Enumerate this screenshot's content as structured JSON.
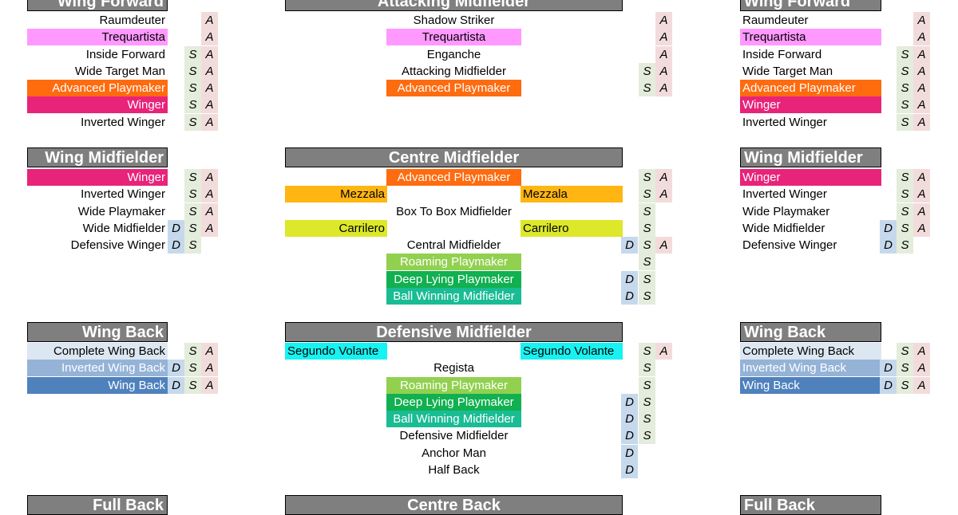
{
  "panels": {
    "wing_forward_left": {
      "title": "Wing Forward",
      "roles": [
        {
          "name": "Raumdeuter",
          "bg": "",
          "fg": "#000000",
          "D": "",
          "S": "",
          "A": "A"
        },
        {
          "name": "Trequartista",
          "bg": "#ff99ff",
          "fg": "#000000",
          "D": "",
          "S": "",
          "A": "A"
        },
        {
          "name": "Inside Forward",
          "bg": "",
          "fg": "#000000",
          "D": "",
          "S": "S",
          "A": "A"
        },
        {
          "name": "Wide Target Man",
          "bg": "",
          "fg": "#000000",
          "D": "",
          "S": "S",
          "A": "A"
        },
        {
          "name": "Advanced Playmaker",
          "bg": "#ff6b0f",
          "fg": "#ffffff",
          "D": "",
          "S": "S",
          "A": "A"
        },
        {
          "name": "Winger",
          "bg": "#e8237a",
          "fg": "#ffffff",
          "D": "",
          "S": "S",
          "A": "A"
        },
        {
          "name": "Inverted Winger",
          "bg": "",
          "fg": "#000000",
          "D": "",
          "S": "S",
          "A": "A"
        }
      ]
    },
    "attacking_midfielder": {
      "title": "Attacking Midfielder",
      "rows": [
        {
          "center": {
            "name": "Shadow Striker",
            "bg": "",
            "fg": "#000000"
          },
          "D": "",
          "S": "",
          "A": "A"
        },
        {
          "center": {
            "name": "Trequartista",
            "bg": "#ff99ff",
            "fg": "#000000"
          },
          "D": "",
          "S": "",
          "A": "A"
        },
        {
          "center": {
            "name": "Enganche",
            "bg": "",
            "fg": "#000000"
          },
          "D": "",
          "S": "",
          "A": "A"
        },
        {
          "center": {
            "name": "Attacking Midfielder",
            "bg": "",
            "fg": "#000000"
          },
          "D": "",
          "S": "S",
          "A": "A"
        },
        {
          "center": {
            "name": "Advanced Playmaker",
            "bg": "#ff6b0f",
            "fg": "#ffffff"
          },
          "D": "",
          "S": "S",
          "A": "A"
        }
      ]
    },
    "wing_forward_right": {
      "title": "Wing Forward",
      "roles": [
        {
          "name": "Raumdeuter",
          "bg": "",
          "fg": "#000000",
          "D": "",
          "S": "",
          "A": "A"
        },
        {
          "name": "Trequartista",
          "bg": "#ff99ff",
          "fg": "#000000",
          "D": "",
          "S": "",
          "A": "A"
        },
        {
          "name": "Inside Forward",
          "bg": "",
          "fg": "#000000",
          "D": "",
          "S": "S",
          "A": "A"
        },
        {
          "name": "Wide Target Man",
          "bg": "",
          "fg": "#000000",
          "D": "",
          "S": "S",
          "A": "A"
        },
        {
          "name": "Advanced Playmaker",
          "bg": "#ff6b0f",
          "fg": "#ffffff",
          "D": "",
          "S": "S",
          "A": "A"
        },
        {
          "name": "Winger",
          "bg": "#e8237a",
          "fg": "#ffffff",
          "D": "",
          "S": "S",
          "A": "A"
        },
        {
          "name": "Inverted Winger",
          "bg": "",
          "fg": "#000000",
          "D": "",
          "S": "S",
          "A": "A"
        }
      ]
    },
    "wing_midfielder_left": {
      "title": "Wing Midfielder",
      "roles": [
        {
          "name": "Winger",
          "bg": "#e8237a",
          "fg": "#ffffff",
          "D": "",
          "S": "S",
          "A": "A"
        },
        {
          "name": "Inverted Winger",
          "bg": "",
          "fg": "#000000",
          "D": "",
          "S": "S",
          "A": "A"
        },
        {
          "name": "Wide Playmaker",
          "bg": "",
          "fg": "#000000",
          "D": "",
          "S": "S",
          "A": "A"
        },
        {
          "name": "Wide Midfielder",
          "bg": "",
          "fg": "#000000",
          "D": "D",
          "S": "S",
          "A": "A"
        },
        {
          "name": "Defensive Winger",
          "bg": "",
          "fg": "#000000",
          "D": "D",
          "S": "S",
          "A": ""
        }
      ]
    },
    "centre_midfielder": {
      "title": "Centre Midfielder",
      "rows": [
        {
          "center": {
            "name": "Advanced Playmaker",
            "bg": "#ff6b0f",
            "fg": "#ffffff"
          },
          "D": "",
          "S": "S",
          "A": "A"
        },
        {
          "left": {
            "name": "Mezzala",
            "bg": "#ffb612",
            "fg": "#000000"
          },
          "right": {
            "name": "Mezzala",
            "bg": "#ffb612",
            "fg": "#000000"
          },
          "D": "",
          "S": "S",
          "A": "A"
        },
        {
          "center": {
            "name": "Box To Box Midfielder",
            "bg": "",
            "fg": "#000000"
          },
          "D": "",
          "S": "S",
          "A": ""
        },
        {
          "left": {
            "name": "Carrilero",
            "bg": "#dce829",
            "fg": "#000000"
          },
          "right": {
            "name": "Carrilero",
            "bg": "#dce829",
            "fg": "#000000"
          },
          "D": "",
          "S": "S",
          "A": ""
        },
        {
          "center": {
            "name": "Central Midfielder",
            "bg": "",
            "fg": "#000000"
          },
          "D": "D",
          "S": "S",
          "A": "A"
        },
        {
          "center": {
            "name": "Roaming Playmaker",
            "bg": "#92d050",
            "fg": "#ffffff"
          },
          "D": "",
          "S": "S",
          "A": ""
        },
        {
          "center": {
            "name": "Deep Lying Playmaker",
            "bg": "#11b050",
            "fg": "#ffffff"
          },
          "D": "D",
          "S": "S",
          "A": ""
        },
        {
          "center": {
            "name": "Ball Winning Midfielder",
            "bg": "#1abc94",
            "fg": "#ffffff"
          },
          "D": "D",
          "S": "S",
          "A": ""
        }
      ]
    },
    "wing_midfielder_right": {
      "title": "Wing Midfielder",
      "roles": [
        {
          "name": "Winger",
          "bg": "#e8237a",
          "fg": "#ffffff",
          "D": "",
          "S": "S",
          "A": "A"
        },
        {
          "name": "Inverted Winger",
          "bg": "",
          "fg": "#000000",
          "D": "",
          "S": "S",
          "A": "A"
        },
        {
          "name": "Wide Playmaker",
          "bg": "",
          "fg": "#000000",
          "D": "",
          "S": "S",
          "A": "A"
        },
        {
          "name": "Wide Midfielder",
          "bg": "",
          "fg": "#000000",
          "D": "D",
          "S": "S",
          "A": "A"
        },
        {
          "name": "Defensive Winger",
          "bg": "",
          "fg": "#000000",
          "D": "D",
          "S": "S",
          "A": ""
        }
      ]
    },
    "wing_back_left": {
      "title": "Wing Back",
      "roles": [
        {
          "name": "Complete Wing Back",
          "bg": "#dde7f2",
          "fg": "#000000",
          "D": "",
          "S": "S",
          "A": "A"
        },
        {
          "name": "Inverted Wing Back",
          "bg": "#95b3d7",
          "fg": "#ffffff",
          "D": "D",
          "S": "S",
          "A": "A"
        },
        {
          "name": "Wing Back",
          "bg": "#4f81bd",
          "fg": "#ffffff",
          "D": "D",
          "S": "S",
          "A": "A"
        }
      ]
    },
    "defensive_midfielder": {
      "title": "Defensive Midfielder",
      "rows": [
        {
          "left": {
            "name": "Segundo Volante",
            "bg": "#17f2f2",
            "fg": "#000000"
          },
          "right": {
            "name": "Segundo Volante",
            "bg": "#17f2f2",
            "fg": "#000000"
          },
          "D": "",
          "S": "S",
          "A": "A"
        },
        {
          "center": {
            "name": "Regista",
            "bg": "",
            "fg": "#000000"
          },
          "D": "",
          "S": "S",
          "A": ""
        },
        {
          "center": {
            "name": "Roaming Playmaker",
            "bg": "#92d050",
            "fg": "#ffffff"
          },
          "D": "",
          "S": "S",
          "A": ""
        },
        {
          "center": {
            "name": "Deep Lying Playmaker",
            "bg": "#11b050",
            "fg": "#ffffff"
          },
          "D": "D",
          "S": "S",
          "A": ""
        },
        {
          "center": {
            "name": "Ball Winning Midfielder",
            "bg": "#1abc94",
            "fg": "#ffffff"
          },
          "D": "D",
          "S": "S",
          "A": ""
        },
        {
          "center": {
            "name": "Defensive Midfielder",
            "bg": "",
            "fg": "#000000"
          },
          "D": "D",
          "S": "S",
          "A": ""
        },
        {
          "center": {
            "name": "Anchor Man",
            "bg": "",
            "fg": "#000000"
          },
          "D": "D",
          "S": "",
          "A": ""
        },
        {
          "center": {
            "name": "Half Back",
            "bg": "",
            "fg": "#000000"
          },
          "D": "D",
          "S": "",
          "A": ""
        }
      ]
    },
    "wing_back_right": {
      "title": "Wing Back",
      "roles": [
        {
          "name": "Complete Wing Back",
          "bg": "#dde7f2",
          "fg": "#000000",
          "D": "",
          "S": "S",
          "A": "A"
        },
        {
          "name": "Inverted Wing Back",
          "bg": "#95b3d7",
          "fg": "#ffffff",
          "D": "D",
          "S": "S",
          "A": "A"
        },
        {
          "name": "Wing Back",
          "bg": "#4f81bd",
          "fg": "#ffffff",
          "D": "D",
          "S": "S",
          "A": "A"
        }
      ]
    },
    "full_back_left": {
      "title": "Full Back"
    },
    "centre_back": {
      "title": "Centre Back"
    },
    "full_back_right": {
      "title": "Full Back"
    }
  },
  "colors": {
    "header_bg": "#7f7f7f",
    "header_fg": "#ffffff",
    "duty_defend_bg": "#c6d9ec",
    "duty_support_bg": "#e4ecdb",
    "duty_attack_bg": "#f2dcdb"
  }
}
